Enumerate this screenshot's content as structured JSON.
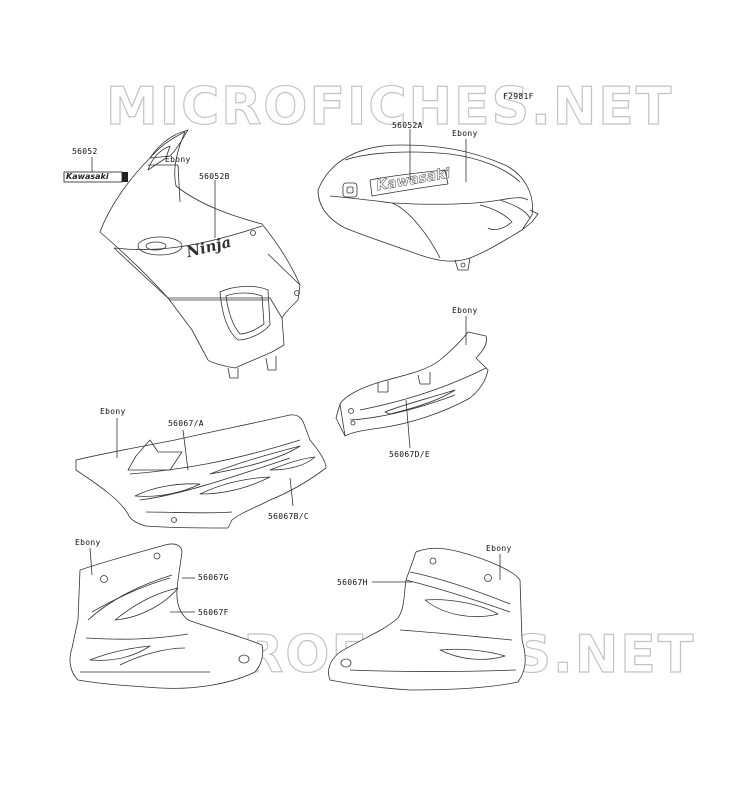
{
  "watermark": {
    "text": "MICROFICHES.NET"
  },
  "figure_code": "F2981F",
  "labels": {
    "p56052": "56052",
    "p56052A": "56052A",
    "p56052B": "56052B",
    "ebony_top_left": "Ebony",
    "ebony_tank": "Ebony",
    "ebony_center": "Ebony",
    "ebony_mid_left": "Ebony",
    "p56067A": "56067/A",
    "p56067BC": "56067B/C",
    "p56067DE": "56067D/E",
    "ebony_low_left": "Ebony",
    "p56067G": "56067G",
    "p56067F": "56067F",
    "p56067H": "56067H",
    "ebony_low_right": "Ebony"
  },
  "decal_text": {
    "kawasaki_small": "Kawasaki",
    "kawasaki_tank": "Kawasaki",
    "ninja": "Ninja"
  }
}
